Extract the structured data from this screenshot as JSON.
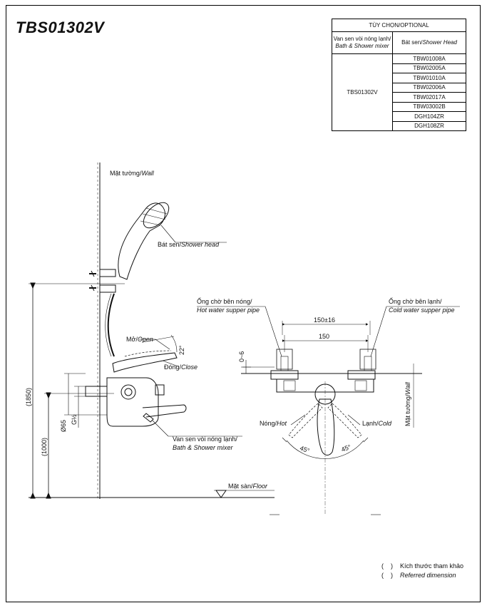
{
  "title": "TBS01302V",
  "optional_table": {
    "header": "TÙY CHỌN/OPTIONAL",
    "col1_line1": "Van sen vòi nóng lạnh/",
    "col1_line2": "Bath & Shower mixer",
    "col2_prefix": "Bát sen/",
    "col2_suffix": "Shower Head",
    "model": "TBS01302V",
    "heads": [
      "TBW01008A",
      "TBW02005A",
      "TBW01010A",
      "TBW02006A",
      "TBW02017A",
      "TBW03002B",
      "DGH104ZR",
      "DGH108ZR"
    ]
  },
  "side_view": {
    "wall_vn": "Mặt tường/",
    "wall_en": "Wall",
    "head_vn": "Bát sen/",
    "head_en": "Shower head",
    "open_vn": "Mở/",
    "open_en": "Open",
    "close_vn": "Đóng/",
    "close_en": "Close",
    "angle": "22°",
    "mixer_vn": "Van sen vòi nóng lạnh/",
    "mixer_en": "Bath & Shower mixer",
    "floor_vn": "Mặt sàn/",
    "floor_en": "Floor",
    "dim_1850": "(1850)",
    "dim_1000": "(1000)",
    "dim_dia": "Ø65",
    "dim_thread": "G½"
  },
  "front_view": {
    "hot_pipe_vn": "Ống chờ bên nóng/",
    "hot_pipe_en": "Hot water supper pipe",
    "cold_pipe_vn": "Ống chờ bên lạnh/",
    "cold_pipe_en": "Cold water supper pipe",
    "dim_150_16": "150±16",
    "dim_150": "150",
    "dim_0_6": "0~6",
    "hot_vn": "Nóng/",
    "hot_en": "Hot",
    "cold_vn": "Lạnh/",
    "cold_en": "Cold",
    "wall_vn": "Mặt tường/",
    "wall_en": "Wall",
    "angle_left": "45°",
    "angle_right": "45°"
  },
  "legend": {
    "line1": "Kích thước tham khảo",
    "line2": "Referred dimension"
  }
}
